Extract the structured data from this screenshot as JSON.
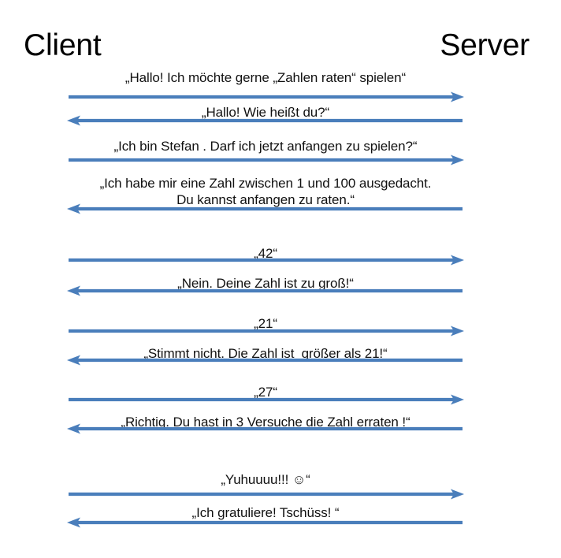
{
  "diagram": {
    "type": "sequence-diagram",
    "accent_color": "#4a7ebb",
    "text_color": "#111111",
    "background": "#ffffff",
    "lifelines": {
      "left_label": "Client",
      "right_label": "Server"
    },
    "messages": [
      {
        "text": "„Hallo! Ich möchte gerne „Zahlen raten“ spielen“",
        "direction": "client-to-server",
        "arrow_icon": "arrow-right-icon"
      },
      {
        "text": "„Hallo! Wie heißt du?“",
        "direction": "server-to-client",
        "arrow_icon": "arrow-left-icon"
      },
      {
        "text": "„Ich bin Stefan . Darf ich jetzt anfangen zu spielen?“",
        "direction": "client-to-server",
        "arrow_icon": "arrow-right-icon"
      },
      {
        "text": "„Ich habe mir eine Zahl zwischen 1 und 100 ausgedacht.\nDu kannst anfangen zu raten.“",
        "direction": "server-to-client",
        "arrow_icon": "arrow-left-icon"
      },
      {
        "text": "„42“",
        "direction": "client-to-server",
        "arrow_icon": "arrow-right-icon"
      },
      {
        "text": "„Nein. Deine Zahl ist zu groß!“",
        "direction": "server-to-client",
        "arrow_icon": "arrow-left-icon"
      },
      {
        "text": "„21“",
        "direction": "client-to-server",
        "arrow_icon": "arrow-right-icon"
      },
      {
        "text": "„Stimmt nicht. Die Zahl ist  größer als 21!“",
        "direction": "server-to-client",
        "arrow_icon": "arrow-left-icon"
      },
      {
        "text": "„27“",
        "direction": "client-to-server",
        "arrow_icon": "arrow-right-icon"
      },
      {
        "text": "„Richtig. Du hast in 3 Versuche die Zahl erraten !“",
        "direction": "server-to-client",
        "arrow_icon": "arrow-left-icon"
      },
      {
        "text": "„Yuhuuuu!!! ☺“",
        "direction": "client-to-server",
        "arrow_icon": "arrow-right-icon"
      },
      {
        "text": "„Ich gratuliere! Tschüss! “",
        "direction": "server-to-client",
        "arrow_icon": "arrow-left-icon"
      }
    ]
  }
}
